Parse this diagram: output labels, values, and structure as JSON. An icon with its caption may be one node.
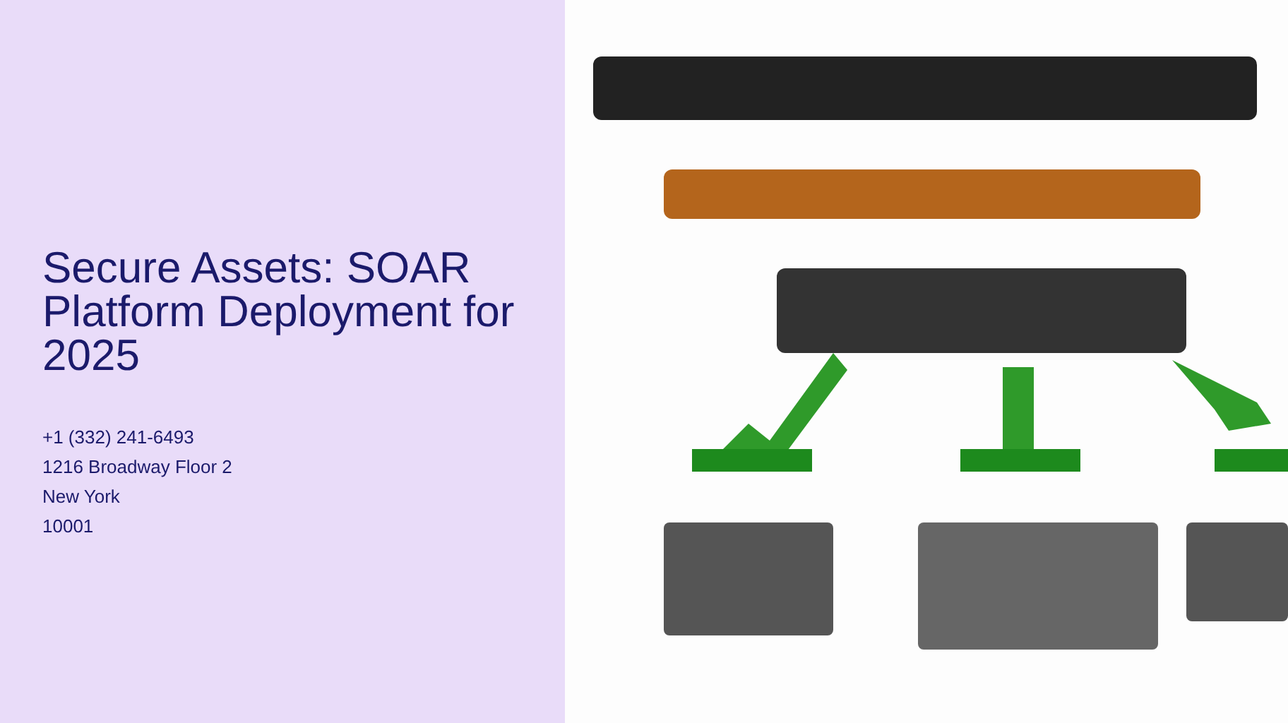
{
  "diagram": {
    "title": "Secure Assets: SOAR Platform Deployment for 2025",
    "labels": [
      "+1 (332) 241-6493",
      "1216 Broadway Floor 2",
      "New York",
      "10001"
    ]
  }
}
